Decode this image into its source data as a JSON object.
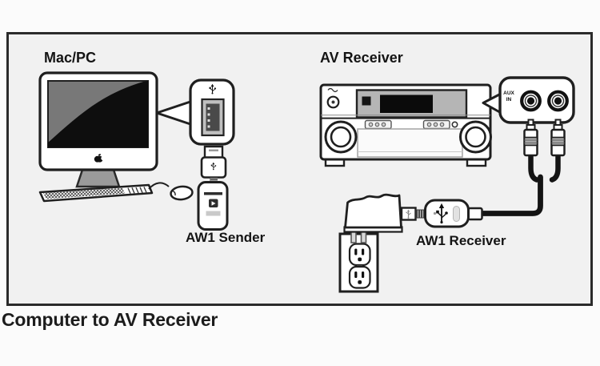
{
  "caption": "Computer to AV Receiver",
  "labels": {
    "computer": "Mac/PC",
    "av_receiver": "AV Receiver",
    "sender": "AW1 Sender",
    "receiver_adapter": "AW1 Receiver",
    "aux_line1": "AUX",
    "aux_line2": "IN"
  },
  "colors": {
    "outline": "#1f1f1f",
    "panel_background": "#f1f1f1",
    "page_background": "#fbfbfb",
    "screen_gray": "#787878",
    "screen_black": "#0e0e0e",
    "stand_gray": "#9a9a9a",
    "display_gray": "#b5b5b5",
    "usb_port_gray": "#c0c0c0",
    "cable_black": "#141414"
  }
}
